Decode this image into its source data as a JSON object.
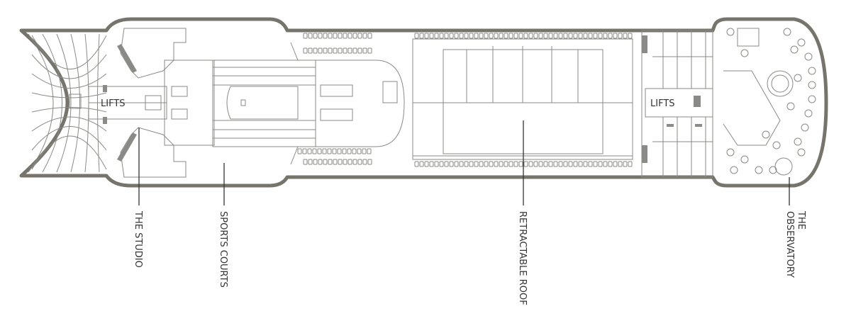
{
  "deck_plan": {
    "lifts_forward": "LIFTS",
    "lifts_aft": "LIFTS",
    "callouts": {
      "studio": "THE STUDIO",
      "sports_courts": "SPORTS COURTS",
      "retractable_roof": "RETRACTABLE ROOF",
      "observatory_line1": "THE",
      "observatory_line2": "OBSERVATORY"
    },
    "colors": {
      "hull": "#77746c",
      "lines": "#8a8a86",
      "text": "#333333"
    }
  }
}
